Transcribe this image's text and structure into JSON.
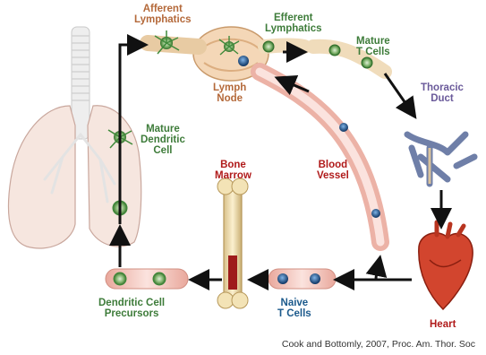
{
  "labels": {
    "afferent": [
      "Afferent",
      "Lymphatics"
    ],
    "efferent": [
      "Efferent",
      "Lymphatics"
    ],
    "mature_t": [
      "Mature",
      "T Cells"
    ],
    "thoracic": [
      "Thoracic",
      "Duct"
    ],
    "lymph_node": [
      "Lymph",
      "Node"
    ],
    "mature_dc": [
      "Mature",
      "Dendritic",
      "Cell"
    ],
    "bone_marrow": [
      "Bone",
      "Marrow"
    ],
    "blood_vessel": [
      "Blood",
      "Vessel"
    ],
    "dc_precursors": [
      "Dendritic Cell",
      "Precursors"
    ],
    "naive_t": [
      "Naive",
      "T Cells"
    ],
    "heart": "Heart"
  },
  "citation": "Cook and Bottomly, 2007, Proc. Am. Thor. Soc",
  "colors": {
    "label_orange": "#b4693a",
    "label_green": "#3e7c3a",
    "label_red": "#b01a1a",
    "label_navy": "#1c5a8c",
    "label_purple": "#6a5a9a",
    "arrow": "#111111",
    "vessel": "#f2c9c2",
    "lymphatic": "#f3e2c4",
    "lung": "#f6e6df",
    "cell_green": "#3f8a3a"
  }
}
